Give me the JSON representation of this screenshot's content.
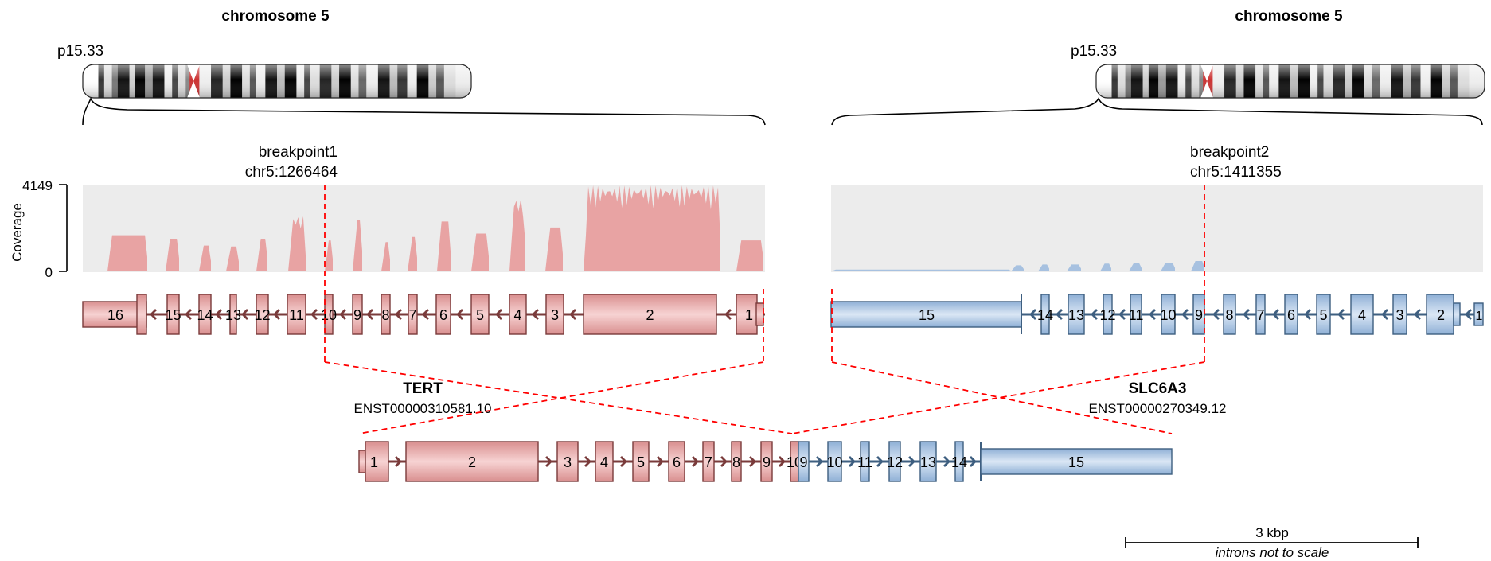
{
  "left": {
    "chrom_title": "chromosome 5",
    "band": "p15.33",
    "breakpoint_label": "breakpoint1",
    "breakpoint_pos": "chr5:1266464",
    "gene": "TERT",
    "transcript": "ENST00000310581.10",
    "exons": [
      "16",
      "15",
      "14",
      "13",
      "12",
      "11",
      "10",
      "9",
      "8",
      "7",
      "6",
      "5",
      "4",
      "3",
      "2",
      "1"
    ],
    "color": "#e8a3a3"
  },
  "right": {
    "chrom_title": "chromosome 5",
    "band": "p15.33",
    "breakpoint_label": "breakpoint2",
    "breakpoint_pos": "chr5:1411355",
    "gene": "SLC6A3",
    "transcript": "ENST00000270349.12",
    "exons": [
      "15",
      "14",
      "13",
      "12",
      "11",
      "10",
      "9",
      "8",
      "7",
      "6",
      "5",
      "4",
      "3",
      "2",
      "1"
    ],
    "color": "#a7c1e0"
  },
  "coverage": {
    "ylabel": "Coverage",
    "ymax": "4149",
    "ymin": "0"
  },
  "fusion": {
    "exons": [
      "1",
      "2",
      "3",
      "4",
      "5",
      "6",
      "7",
      "8",
      "9",
      "10",
      "9",
      "10",
      "11",
      "12",
      "13",
      "14",
      "15"
    ]
  },
  "scale": {
    "label": "3 kbp",
    "note": "introns not to scale"
  },
  "colors": {
    "tert_fill": "#e8a3a3",
    "tert_stroke": "#7a3b3b",
    "slc_fill": "#a7c1e0",
    "slc_stroke": "#3e5f80",
    "breakpoint": "#ff0000",
    "coverage_bg": "#ececec"
  }
}
